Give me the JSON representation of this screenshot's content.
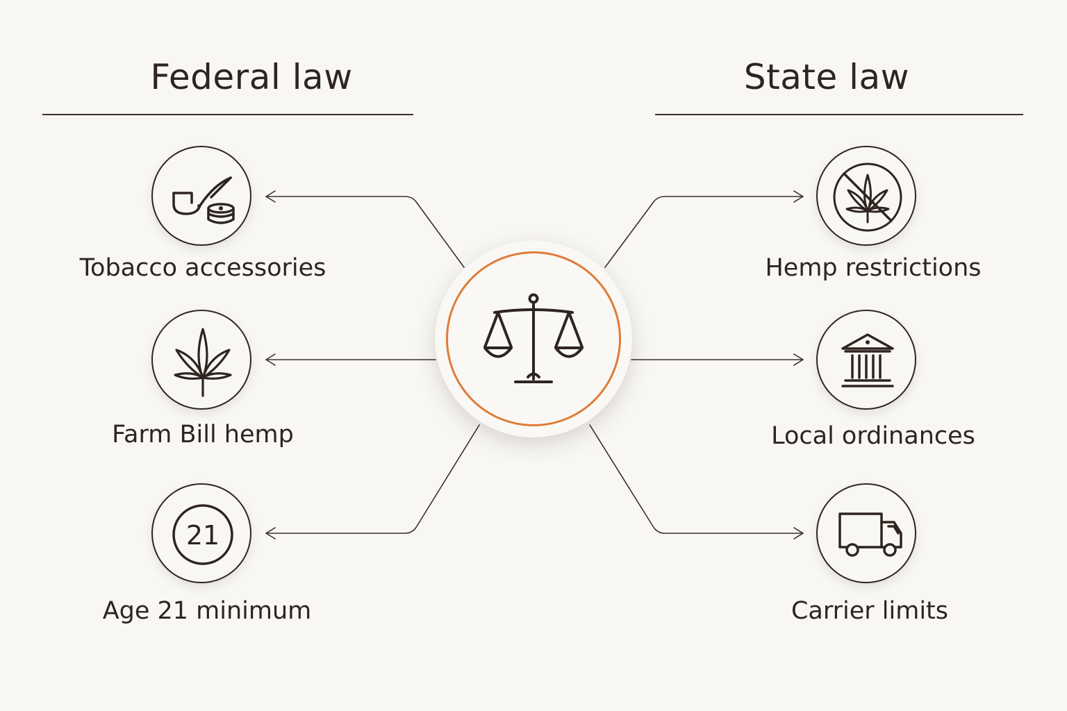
{
  "federal": {
    "title": "Federal law",
    "items": [
      {
        "label": "Tobacco accessories",
        "icon": "tobacco-pipe-icon"
      },
      {
        "label": "Farm Bill hemp",
        "icon": "hemp-leaf-icon"
      },
      {
        "label": "Age 21 minimum",
        "icon": "age-21-icon",
        "badge": "21"
      }
    ]
  },
  "state": {
    "title": "State law",
    "items": [
      {
        "label": "Hemp restrictions",
        "icon": "no-hemp-icon"
      },
      {
        "label": "Local ordinances",
        "icon": "courthouse-icon"
      },
      {
        "label": "Carrier limits",
        "icon": "delivery-truck-icon"
      }
    ]
  },
  "center": {
    "icon": "scales-of-justice-icon"
  },
  "colors": {
    "accent": "#e07b37",
    "ink": "#2e2420",
    "background": "#f8f7f3"
  }
}
